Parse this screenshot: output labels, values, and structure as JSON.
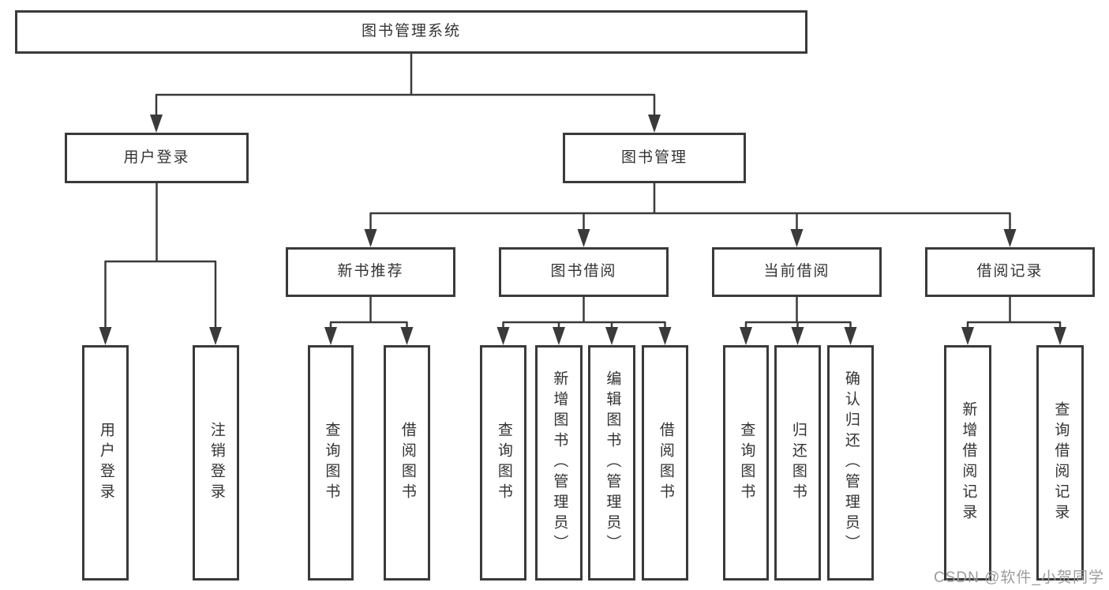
{
  "tree": {
    "root": "图书管理系统",
    "branches": [
      {
        "label": "用户登录",
        "children": [
          "用户登录",
          "注销登录"
        ]
      },
      {
        "label": "图书管理",
        "children": [
          {
            "label": "新书推荐",
            "children": [
              "查询图书",
              "借阅图书"
            ]
          },
          {
            "label": "图书借阅",
            "children": [
              "查询图书",
              "新增图书（管理员）",
              "编辑图书（管理员）",
              "借阅图书"
            ]
          },
          {
            "label": "当前借阅",
            "children": [
              "查询图书",
              "归还图书",
              "确认归还（管理员）"
            ]
          },
          {
            "label": "借阅记录",
            "children": [
              "新增借阅记录",
              "查询借阅记录"
            ]
          }
        ]
      }
    ]
  },
  "watermark": "CSDN @软件_小贺同学",
  "colors": {
    "line": "#3a3a3a",
    "text": "#333333",
    "box_bg": "#ffffff",
    "watermark": "#9c9c9c"
  }
}
